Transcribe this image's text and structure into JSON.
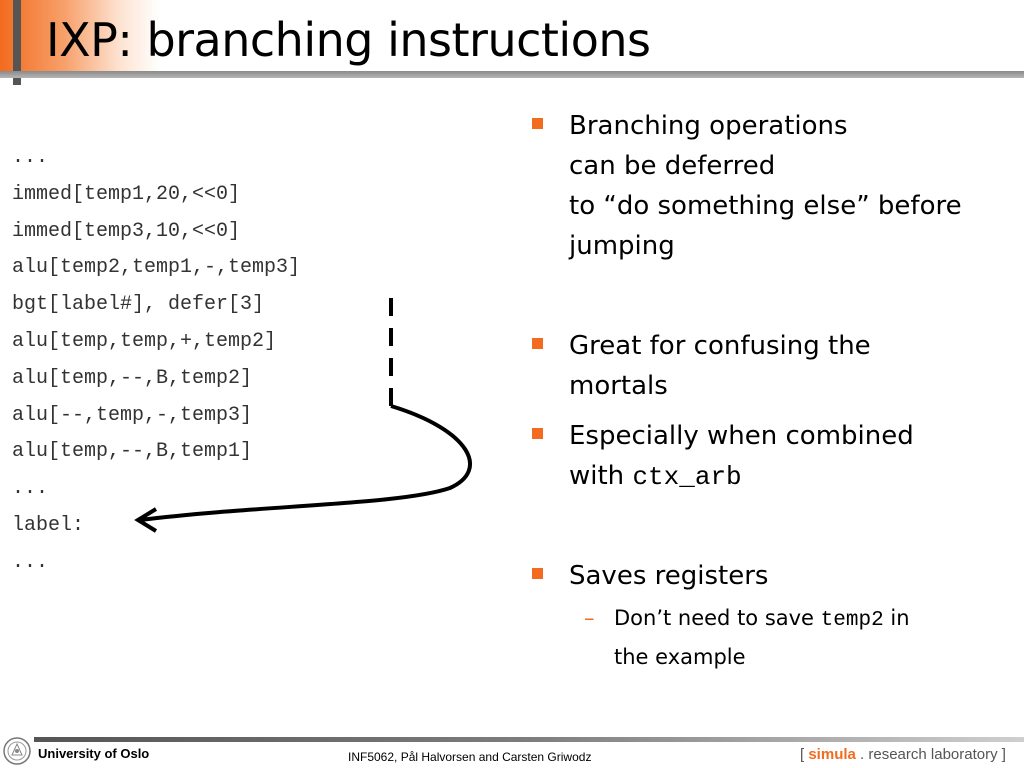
{
  "slide": {
    "title": "IXP: branching instructions"
  },
  "code": {
    "lines": [
      "...",
      "immed[temp1,20,<<0]",
      "immed[temp3,10,<<0]",
      "alu[temp2,temp1,-,temp3]",
      "bgt[label#], defer[3]",
      "alu[temp,temp,+,temp2]",
      "alu[temp,--,B,temp2]",
      "alu[--,temp,-,temp3]",
      "alu[temp,--,B,temp1]",
      "...",
      "label:",
      "..."
    ]
  },
  "bullets": {
    "b1": {
      "line1": "Branching operations",
      "line2": "can be deferred",
      "line3": "to “do something else” before",
      "line4": "jumping"
    },
    "b2": {
      "line1": "Great for confusing the",
      "line2": "mortals"
    },
    "b3": {
      "line1": "Especially when combined",
      "line2_prefix": "with ",
      "line2_code": "ctx_arb"
    },
    "b4": {
      "line1": "Saves registers"
    },
    "sub1": {
      "prefix": "Don’t need to save ",
      "code": "temp2",
      "suffix": " in",
      "line2": "the example"
    }
  },
  "footer": {
    "university": "University of Oslo",
    "authors": "INF5062, Pål Halvorsen and Carsten Griwodz",
    "lab_open": "[ ",
    "lab_brand": "simula",
    "lab_rest": " . research laboratory ]"
  },
  "colors": {
    "accent": "#f26b1f",
    "rule_gray": "#8a8a8a"
  },
  "icons": {
    "bullet": "orange-square-bullet",
    "sub_bullet": "orange-dash",
    "seal": "university-seal-icon"
  }
}
